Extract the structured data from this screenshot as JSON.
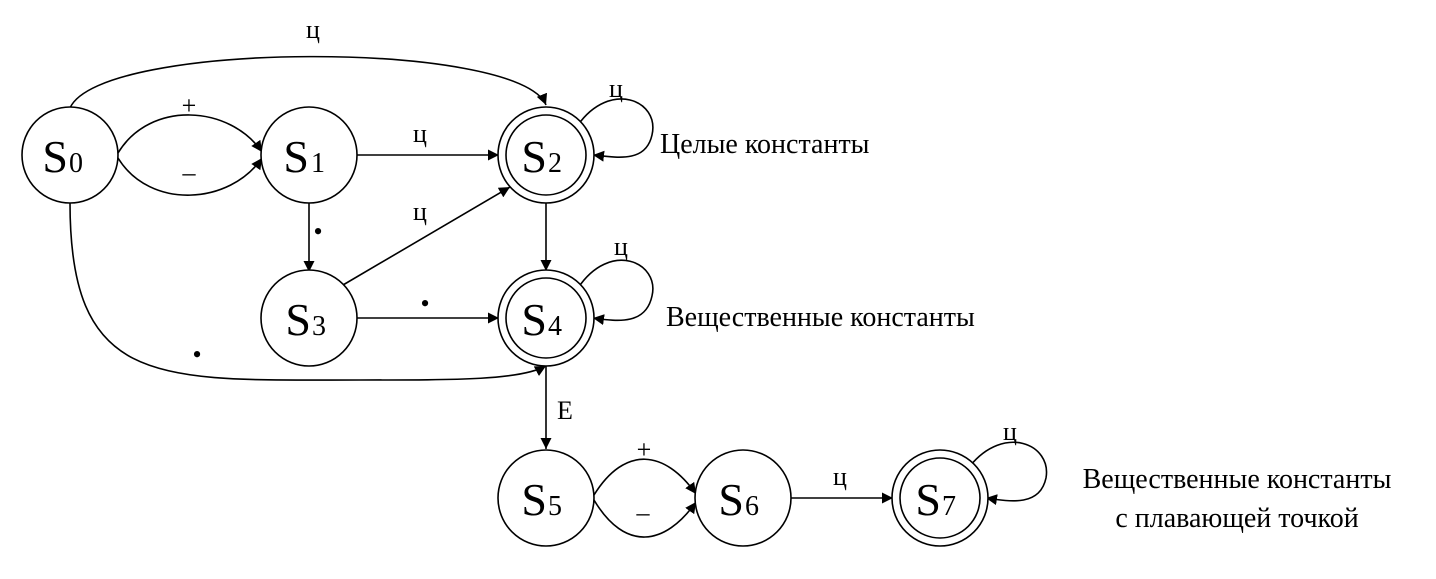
{
  "states": [
    {
      "id": "s0",
      "letter": "S",
      "sub": "0",
      "accepting": false
    },
    {
      "id": "s1",
      "letter": "S",
      "sub": "1",
      "accepting": false
    },
    {
      "id": "s2",
      "letter": "S",
      "sub": "2",
      "accepting": true
    },
    {
      "id": "s3",
      "letter": "S",
      "sub": "3",
      "accepting": false
    },
    {
      "id": "s4",
      "letter": "S",
      "sub": "4",
      "accepting": true
    },
    {
      "id": "s5",
      "letter": "S",
      "sub": "5",
      "accepting": false
    },
    {
      "id": "s6",
      "letter": "S",
      "sub": "6",
      "accepting": false
    },
    {
      "id": "s7",
      "letter": "S",
      "sub": "7",
      "accepting": true
    }
  ],
  "edges": [
    {
      "from": "s0",
      "to": "s2",
      "label": "ц"
    },
    {
      "from": "s0",
      "to": "s1",
      "label": "+"
    },
    {
      "from": "s0",
      "to": "s1",
      "label": "–"
    },
    {
      "from": "s1",
      "to": "s2",
      "label": "ц"
    },
    {
      "from": "s2",
      "to": "s2",
      "label": "ц"
    },
    {
      "from": "s1",
      "to": "s3",
      "label": "•"
    },
    {
      "from": "s3",
      "to": "s2",
      "label": "ц"
    },
    {
      "from": "s3",
      "to": "s4",
      "label": "•"
    },
    {
      "from": "s2",
      "to": "s4",
      "label": ""
    },
    {
      "from": "s4",
      "to": "s4",
      "label": "ц"
    },
    {
      "from": "s0",
      "to": "s4",
      "label": "•"
    },
    {
      "from": "s4",
      "to": "s5",
      "label": "E"
    },
    {
      "from": "s5",
      "to": "s6",
      "label": "+"
    },
    {
      "from": "s5",
      "to": "s6",
      "label": "–"
    },
    {
      "from": "s6",
      "to": "s7",
      "label": "ц"
    },
    {
      "from": "s7",
      "to": "s7",
      "label": "ц"
    }
  ],
  "annotations": {
    "integer": "Целые константы",
    "real": "Вещественные константы",
    "float_line1": "Вещественные константы",
    "float_line2": "с плавающей точкой"
  }
}
